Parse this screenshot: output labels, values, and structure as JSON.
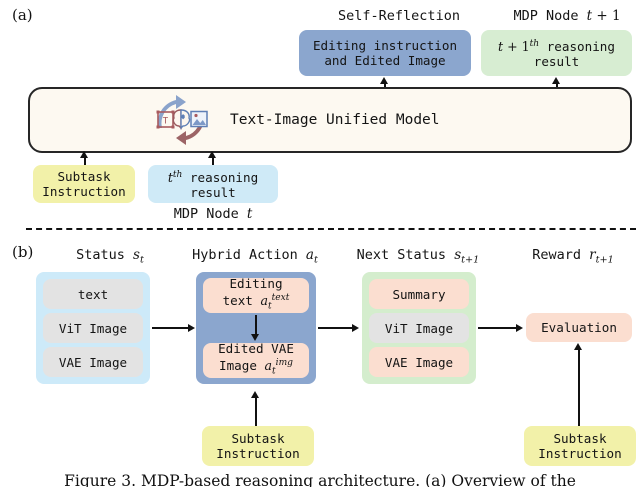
{
  "figure": {
    "caption": "Figure 3. MDP-based reasoning architecture. (a) Overview of the",
    "panel_a_tag": "(a)",
    "panel_b_tag": "(b)"
  },
  "panel_a": {
    "headers": {
      "self_reflection": "Self-Reflection",
      "mdp_node_next": "MDP Node t + 1",
      "mdp_node_cur": "MDP Node t"
    },
    "self_reflection_box": "Editing instruction and Edited Image",
    "next_reasoning_box": "t + 1th reasoning result",
    "model_box": "Text-Image Unified Model",
    "model_icon": "text-image-unified-model-icon",
    "inputs": {
      "subtask_instruction": "Subtask Instruction",
      "reasoning_result": "tth reasoning result"
    }
  },
  "panel_b": {
    "headers": {
      "status": "Status st",
      "hybrid_action": "Hybrid Action at",
      "next_status": "Next Status st+1",
      "reward": "Reward rt+1"
    },
    "status_items": [
      "text",
      "ViT Image",
      "VAE Image"
    ],
    "action_items": [
      "Editing text attext",
      "Edited VAE Image atimg"
    ],
    "next_status_items": [
      "Summary",
      "ViT Image",
      "VAE Image"
    ],
    "reward_item": "Evaluation",
    "subtask_action": "Subtask Instruction",
    "subtask_reward": "Subtask Instruction"
  },
  "colors": {
    "blue_dark": "#8ba6ce",
    "green_light": "#d7edd2",
    "yellow_light": "#f2f1a9",
    "blue_light": "#cfeaf7",
    "peach": "#fbded0",
    "grey": "#e3e3e3",
    "cream": "#fdf9f1",
    "line": "#111111"
  }
}
